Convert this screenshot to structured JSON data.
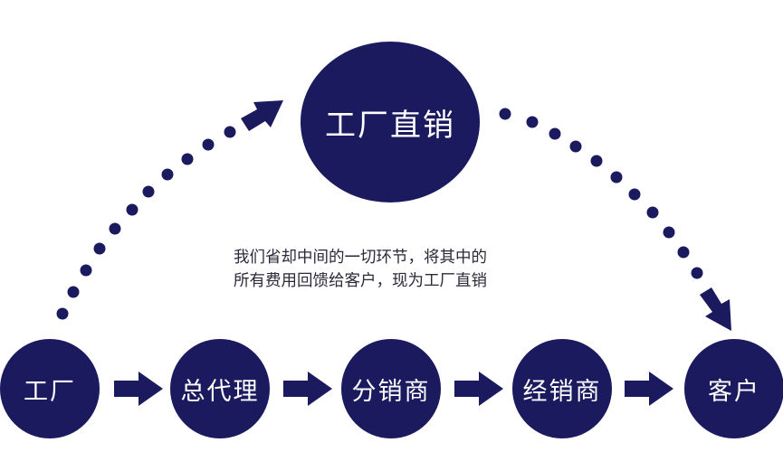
{
  "colors": {
    "node": "#1b1a5e",
    "text_on_node": "#ffffff",
    "caption": "#2a2a3a",
    "background": "#ffffff"
  },
  "top_node": {
    "label": "工厂直销"
  },
  "caption": {
    "line1": "我们省却中间的一切环节，将其中的",
    "line2": "所有费用回馈给客户，现为工厂直销"
  },
  "chain": [
    {
      "label": "工厂"
    },
    {
      "label": "总代理"
    },
    {
      "label": "分销商"
    },
    {
      "label": "经销商"
    },
    {
      "label": "客户"
    }
  ],
  "connectors": {
    "chain_arrows": 4,
    "left_arc": "dotted arrow from 工厂 to 工厂直销",
    "right_arc": "dotted arrow from 工厂直销 to 客户"
  }
}
